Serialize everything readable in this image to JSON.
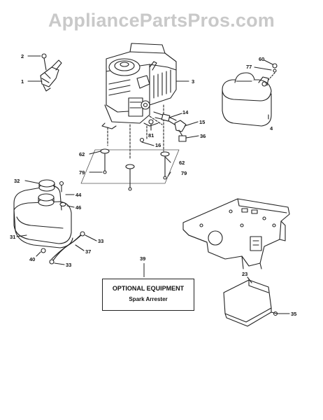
{
  "watermark": "AppliancePartsPros.com",
  "optional_box": {
    "title": "OPTIONAL EQUIPMENT",
    "subtitle": "Spark Arrester"
  },
  "parts": {
    "p2": "2",
    "p1": "1",
    "p3": "3",
    "p60": "60",
    "p77": "77",
    "p4": "4",
    "p14": "14",
    "p15": "15",
    "p36": "36",
    "p81": "81",
    "p16": "16",
    "p62a": "62",
    "p62b": "62",
    "p79a": "79",
    "p79b": "79",
    "p32": "32",
    "p44": "44",
    "p46": "46",
    "p31": "31",
    "p33a": "33",
    "p37": "37",
    "p40": "40",
    "p33b": "33",
    "p39": "39",
    "p23": "23",
    "p35": "35"
  }
}
